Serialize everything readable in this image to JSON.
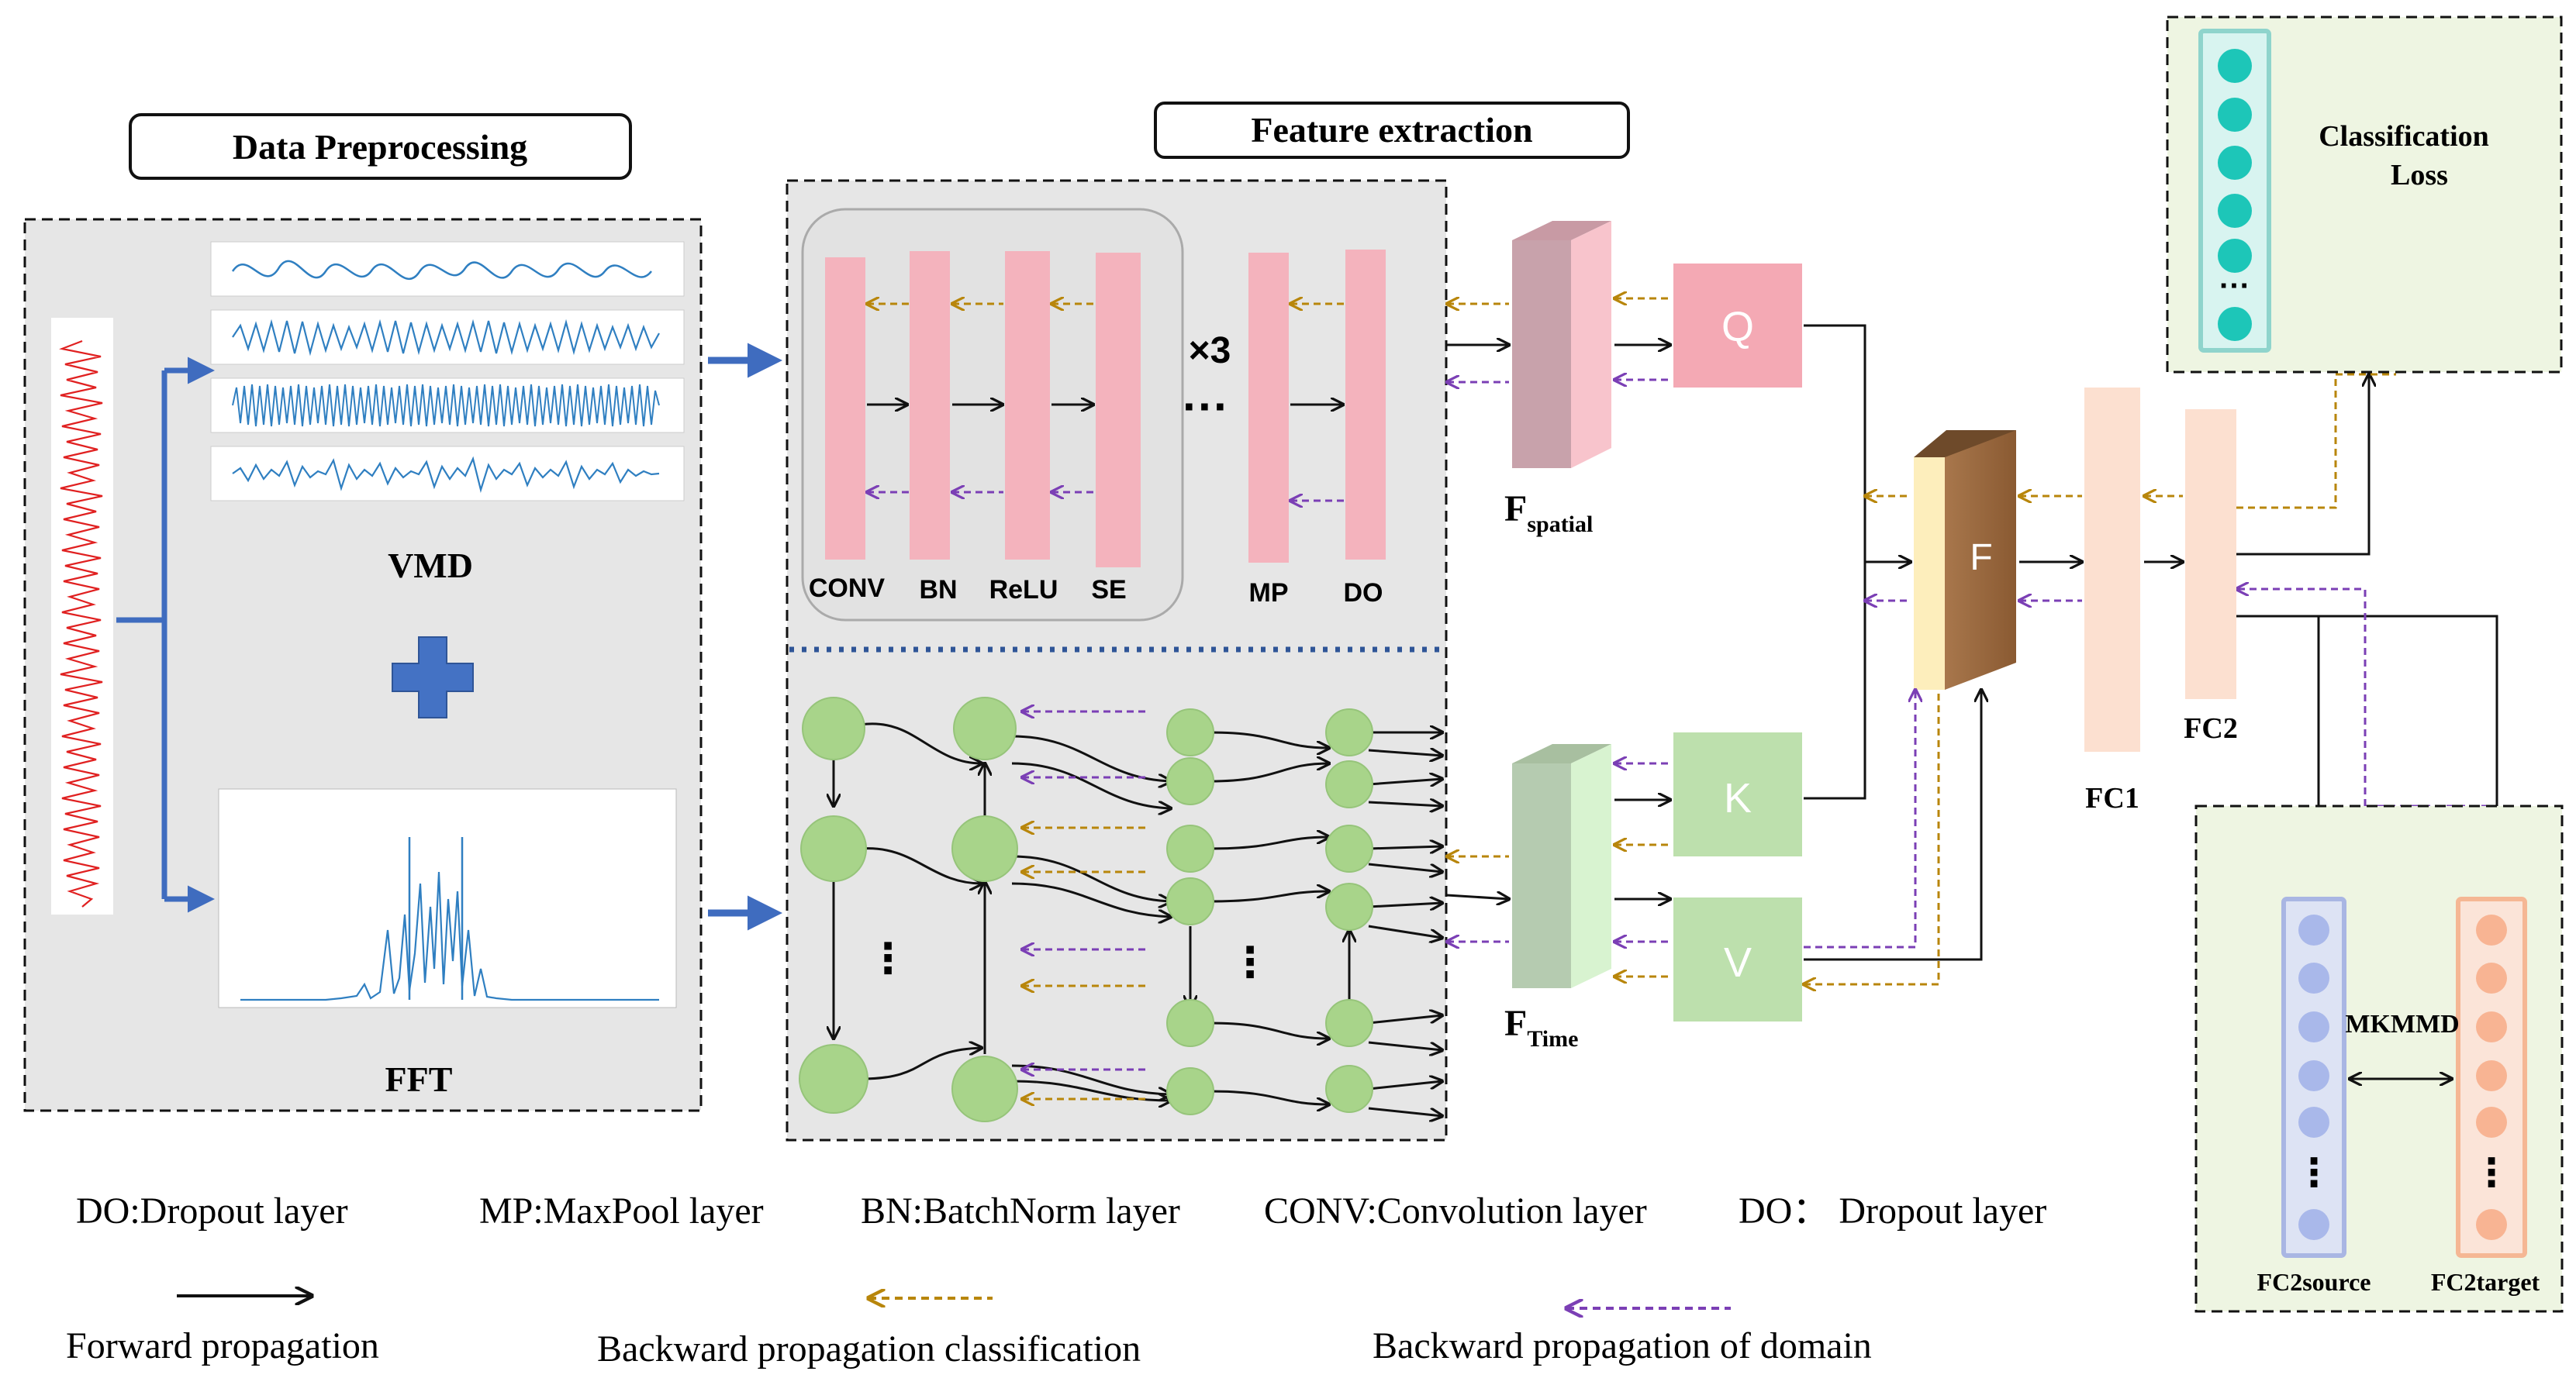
{
  "sections": {
    "preprocessing_title": "Data Preprocessing",
    "feature_title": "Feature extraction"
  },
  "preprocessing": {
    "vmd_label": "VMD",
    "fft_label": "FFT"
  },
  "feature_extraction": {
    "layers": [
      "CONV",
      "BN",
      "ReLU",
      "SE",
      "MP",
      "DO"
    ],
    "repeat_label": "×3",
    "ellipsis": "···",
    "vertical_ellipsis": "⋮"
  },
  "attention": {
    "f_spatial_main": "F",
    "f_spatial_sub": "spatial",
    "f_time_main": "F",
    "f_time_sub": "Time",
    "q_label": "Q",
    "k_label": "K",
    "v_label": "V",
    "fused_label": "F"
  },
  "classifier": {
    "fc1_label": "FC1",
    "fc2_label": "FC2",
    "loss_line1": "Classification",
    "loss_line2": "Loss",
    "mkmmd_label": "MKMMD",
    "source_label": "FC2source",
    "target_label": "FC2target"
  },
  "legend": {
    "abbreviations": [
      "DO:Dropout layer",
      "MP:MaxPool layer",
      "BN:BatchNorm layer",
      "CONV:Convolution layer",
      "DO： Dropout layer"
    ],
    "forward": "Forward propagation",
    "backward_class": "Backward propagation classification",
    "backward_domain": "Backward propagation of domain"
  },
  "colors": {
    "forward_arrow": "#111111",
    "class_arrow": "#b8860b",
    "domain_arrow": "#7b3fb5",
    "conv_layer": "#f4b3bd",
    "node_green": "#a8d48a",
    "panel_gray": "#e6e6e6",
    "panel_green": "#eef5e2",
    "accent_blue": "#3f6cbf"
  }
}
